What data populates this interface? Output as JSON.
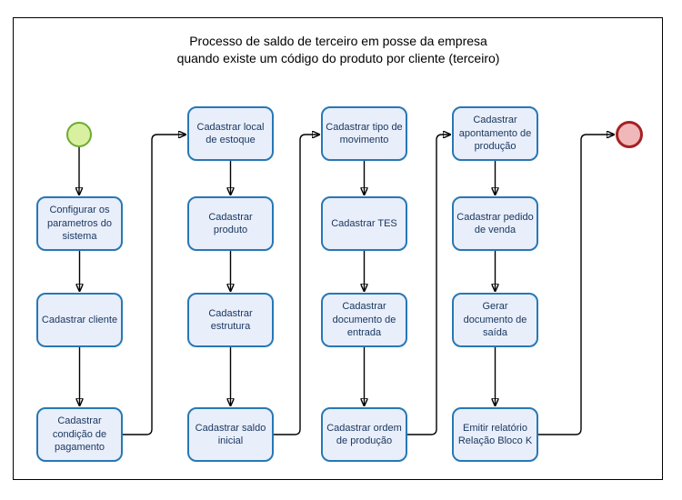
{
  "title": {
    "line1": "Processo de saldo de terceiro em posse da empresa",
    "line2": "quando existe um código do produto por cliente (terceiro)"
  },
  "colors": {
    "node_fill": "#e9eefb",
    "node_border": "#2778b5",
    "node_text": "#17365d",
    "start_fill": "#d8f0a0",
    "start_border": "#6cab30",
    "end_fill": "#f0b8b8",
    "end_border": "#a52023",
    "connector": "#000000"
  },
  "nodes": [
    {
      "label": "Configurar os parametros do sistema"
    },
    {
      "label": "Cadastrar cliente"
    },
    {
      "label": "Cadastrar condição de pagamento"
    },
    {
      "label": "Cadastrar local de estoque"
    },
    {
      "label": "Cadastrar produto"
    },
    {
      "label": "Cadastrar estrutura"
    },
    {
      "label": "Cadastrar saldo inicial"
    },
    {
      "label": "Cadastrar tipo de movimento"
    },
    {
      "label": "Cadastrar TES"
    },
    {
      "label": "Cadastrar documento de entrada"
    },
    {
      "label": "Cadastrar ordem de produção"
    },
    {
      "label": "Cadastrar apontamento de produção"
    },
    {
      "label": "Cadastrar pedido de venda"
    },
    {
      "label": "Gerar documento de saída"
    },
    {
      "label": "Emitir relatório Relação Bloco K"
    }
  ]
}
